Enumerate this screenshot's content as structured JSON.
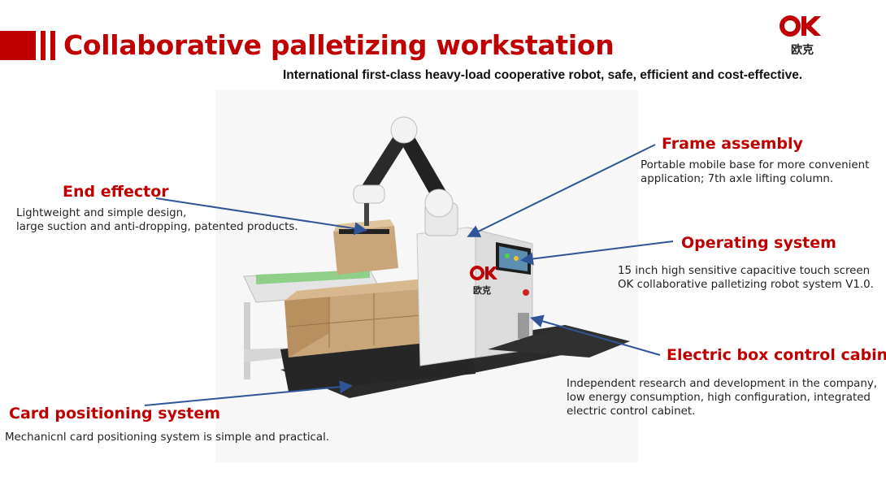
{
  "header": {
    "title": "Collaborative palletizing workstation",
    "subtitle": "International first-class heavy-load cooperative robot, safe, efficient and cost-effective."
  },
  "brand": {
    "logo_letters": "OK",
    "logo_chinese": "欧克",
    "color": "#c00000"
  },
  "machine": {
    "logo_letters": "OK",
    "logo_chinese": "欧克"
  },
  "features": {
    "end_effector": {
      "title": "End effector",
      "lines": [
        "Lightweight and simple design,",
        "large suction and anti-dropping, patented products."
      ]
    },
    "frame_assembly": {
      "title": "Frame assembly",
      "lines": [
        "Portable mobile base for more convenient",
        "application; 7th axle lifting column."
      ]
    },
    "operating_system": {
      "title": "Operating system",
      "lines": [
        "15 inch high sensitive capacitive touch screen",
        "OK collaborative palletizing robot system V1.0."
      ]
    },
    "electric_box": {
      "title": "Electric box control cabinet",
      "lines": [
        "Independent research and development in the company,",
        "low energy consumption, high configuration, integrated",
        "electric control cabinet."
      ]
    },
    "card_positioning": {
      "title": "Card positioning system",
      "lines": [
        "Mechanicnl card positioning system is simple and practical."
      ]
    }
  },
  "colors": {
    "accent": "#c00000",
    "leader_line": "#2f5597"
  }
}
